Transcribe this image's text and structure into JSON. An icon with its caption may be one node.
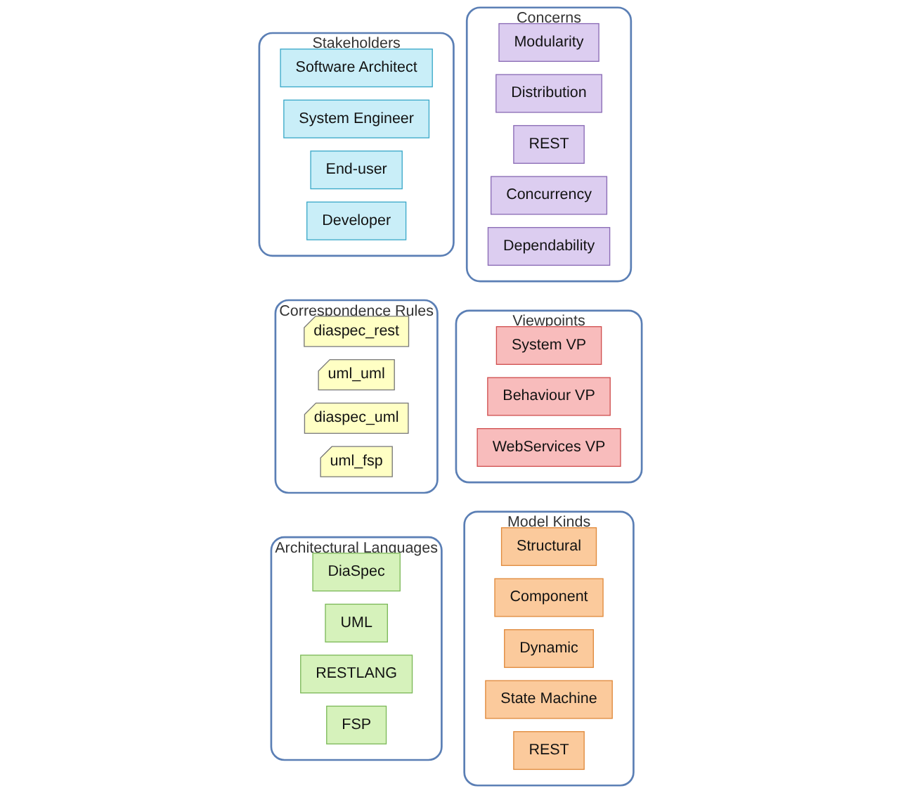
{
  "diagram": {
    "nodes": [
      {
        "text": [
          "Concerns"
        ]
      },
      {
        "text": [
          "Modularity"
        ],
        "in": 0
      },
      {
        "text": [
          "Distribution"
        ],
        "in": 0
      },
      {
        "text": [
          "REST"
        ],
        "in": 0
      },
      {
        "text": [
          "Concurrency"
        ],
        "in": 0
      },
      {
        "text": [
          "Dependability"
        ],
        "in": 0
      },
      {
        "text": [
          "Stakeholders"
        ]
      },
      {
        "text": [
          "Software Architect"
        ],
        "in": 6
      },
      {
        "text": [
          "System Engineer"
        ],
        "in": 6
      },
      {
        "text": [
          "End-user"
        ],
        "in": 6
      },
      {
        "text": [
          "Developer"
        ],
        "in": 6
      },
      {
        "text": [
          "Viewpoints"
        ]
      },
      {
        "text": [
          "System VP"
        ],
        "in": 11
      },
      {
        "text": [
          "Behaviour VP"
        ],
        "in": 11
      },
      {
        "text": [
          "WebServices VP"
        ],
        "in": 11
      },
      {
        "text": [
          "Correspondence Rules"
        ]
      },
      {
        "text": [
          "diaspec_rest"
        ],
        "in": 15
      },
      {
        "text": [
          "uml_uml"
        ],
        "in": 15
      },
      {
        "text": [
          "diaspec_uml"
        ],
        "in": 15
      },
      {
        "text": [
          "uml_fsp"
        ],
        "in": 15
      },
      {
        "text": [
          "Model Kinds"
        ]
      },
      {
        "text": [
          "Structural"
        ],
        "in": 20
      },
      {
        "text": [
          "Component"
        ],
        "in": 20
      },
      {
        "text": [
          "Dynamic"
        ],
        "in": 20
      },
      {
        "text": [
          "State Machine"
        ],
        "in": 20
      },
      {
        "text": [
          "REST"
        ],
        "in": 20
      },
      {
        "text": [
          "Architectural Languages"
        ]
      },
      {
        "text": [
          "DiaSpec"
        ],
        "in": 26
      },
      {
        "text": [
          "UML"
        ],
        "in": 26
      },
      {
        "text": [
          "RESTLANG"
        ],
        "in": 26
      },
      {
        "text": [
          "FSP"
        ],
        "in": 26
      }
    ],
    "edges": []
  }
}
